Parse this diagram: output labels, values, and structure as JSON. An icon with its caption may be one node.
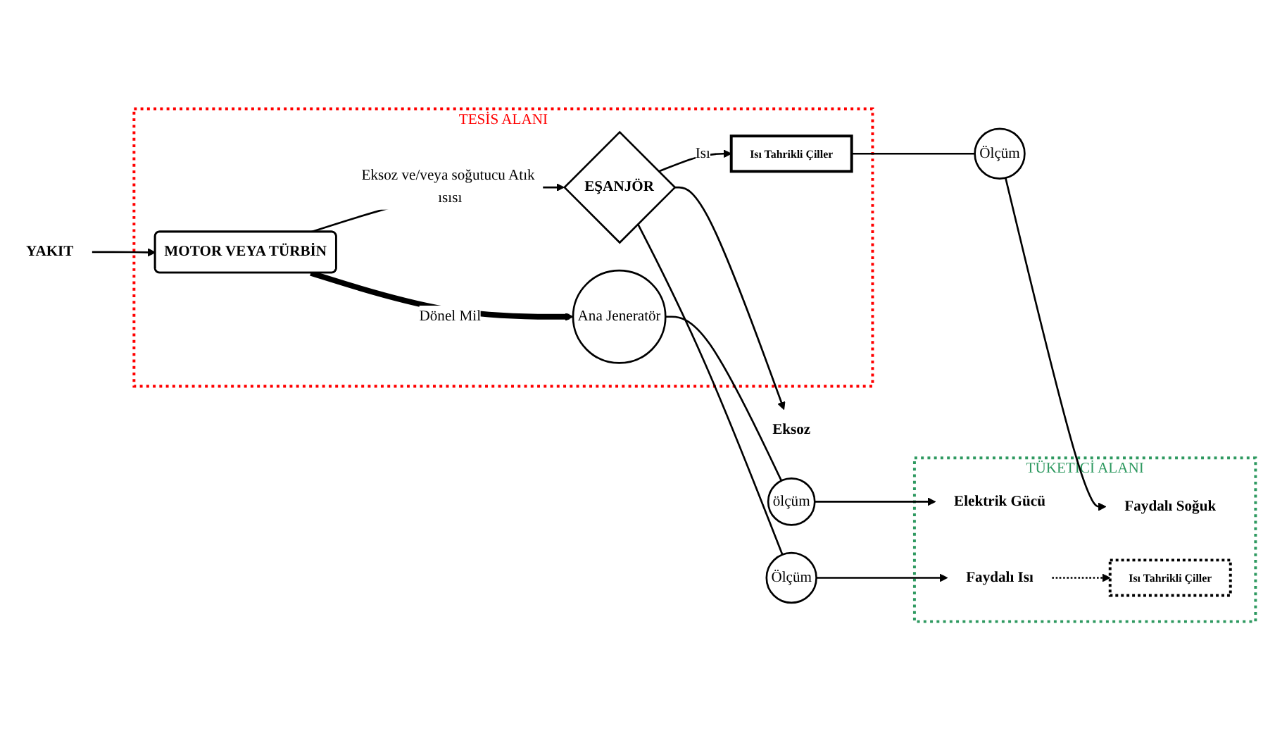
{
  "diagram": {
    "nodes": [
      {
        "text": [
          "TESİS ALANI"
        ]
      },
      {
        "text": [
          "MOTOR VEYA TÜRBİN"
        ],
        "in": 0
      },
      {
        "text": [
          "Ana Jeneratör"
        ],
        "in": 0
      },
      {
        "text": [
          "EŞANJÖR"
        ],
        "in": 0
      },
      {
        "text": [
          "Isı Tahrikli Çiller"
        ],
        "in": 0
      },
      {
        "text": [
          "TÜKETİCİ ALANI"
        ]
      },
      {
        "text": [
          "Elektrik Gücü"
        ],
        "in": 5
      },
      {
        "text": [
          "Faydalı Soğuk"
        ],
        "in": 5
      },
      {
        "text": [
          "Faydalı Isı"
        ],
        "in": 5
      },
      {
        "text": [
          "Isı Tahrikli Çiller"
        ],
        "in": 5
      },
      {
        "text": [
          "YAKIT"
        ]
      },
      {
        "text": [
          "ölçüm"
        ]
      },
      {
        "text": [
          "Ölçüm"
        ]
      },
      {
        "text": [
          "Ölçüm"
        ]
      },
      {
        "text": [
          "Eksoz"
        ]
      }
    ],
    "edges": [
      {
        "from": 10,
        "to": 1,
        "arrow": "to"
      },
      {
        "from": 1,
        "to": 2,
        "arrow": "to",
        "label": "Dönel Mil",
        "style": "thick"
      },
      {
        "from": 2,
        "to": 11,
        "arrow": "none"
      },
      {
        "from": 11,
        "to": 6,
        "arrow": "to"
      },
      {
        "from": 1,
        "to": 3,
        "arrow": "to",
        "label": "Eksoz ve/veya soğutucu Atık ısısı"
      },
      {
        "from": 3,
        "to": 4,
        "arrow": "to",
        "label": "Isı"
      },
      {
        "from": 4,
        "to": 12,
        "arrow": "none"
      },
      {
        "from": 12,
        "to": 7,
        "arrow": "to"
      },
      {
        "from": 3,
        "to": 13,
        "arrow": "none"
      },
      {
        "from": 13,
        "to": 8,
        "arrow": "to"
      },
      {
        "from": 8,
        "to": 9,
        "arrow": "to",
        "style": "dashed"
      },
      {
        "from": 3,
        "to": 14,
        "arrow": "to"
      }
    ]
  }
}
